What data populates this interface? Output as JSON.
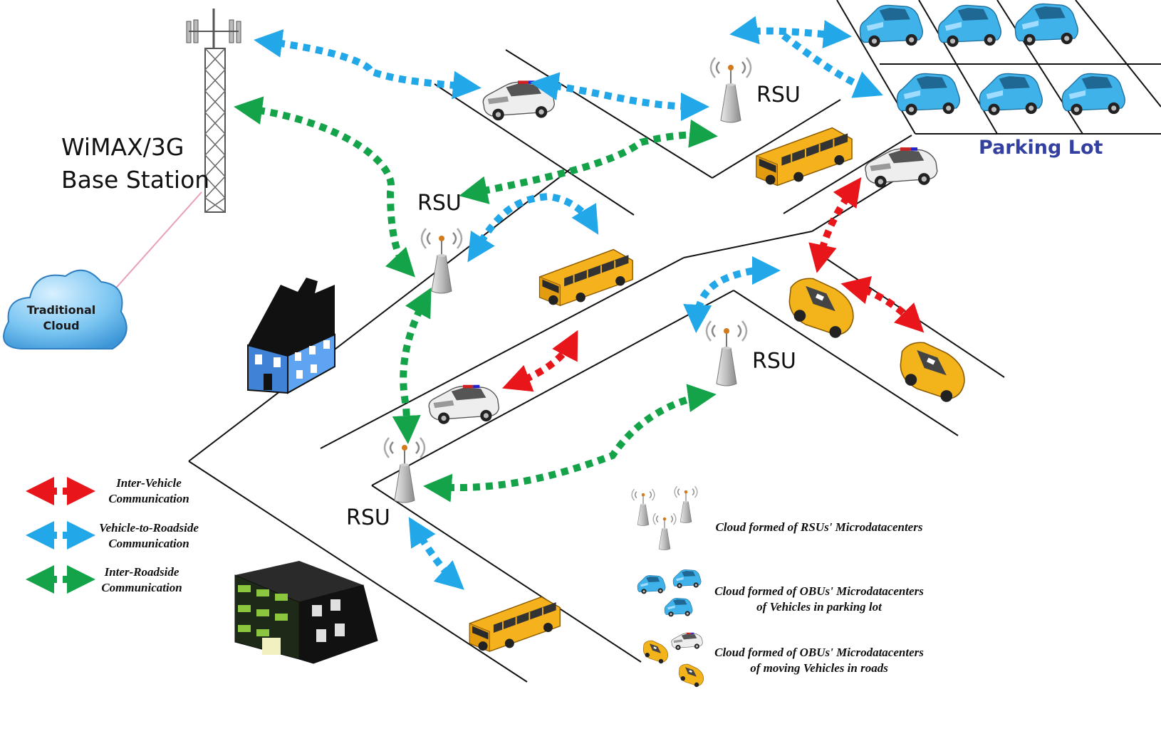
{
  "base_station": {
    "line1": "WiMAX/3G",
    "line2": "Base Station"
  },
  "traditional_cloud": {
    "line1": "Traditional",
    "line2": "Cloud"
  },
  "rsu_labels": [
    "RSU",
    "RSU",
    "RSU",
    "RSU"
  ],
  "parking_lot": "Parking Lot",
  "legend": [
    {
      "line1": "Inter-Vehicle",
      "line2": "Communication",
      "color": "#e8151b"
    },
    {
      "line1": "Vehicle-to-Roadside",
      "line2": "Communication",
      "color": "#22a7e8"
    },
    {
      "line1": "Inter-Roadside",
      "line2": "Communication",
      "color": "#15a34a"
    }
  ],
  "cloud_key": [
    {
      "line1": "Cloud formed of RSUs' Microdatacenters",
      "line2": ""
    },
    {
      "line1": "Cloud formed of OBUs' Microdatacenters",
      "line2": "of Vehicles in parking lot"
    },
    {
      "line1": "Cloud formed of OBUs' Microdatacenters",
      "line2": "of moving Vehicles in roads"
    }
  ],
  "colors": {
    "inter_vehicle": "#e8151b",
    "vehicle_to_roadside": "#22a7e8",
    "inter_roadside": "#15a34a",
    "parking_car": "#3fb2ea",
    "bus": "#f5b21c",
    "taxi": "#f3b31a",
    "police_car": "#eeeeee"
  }
}
